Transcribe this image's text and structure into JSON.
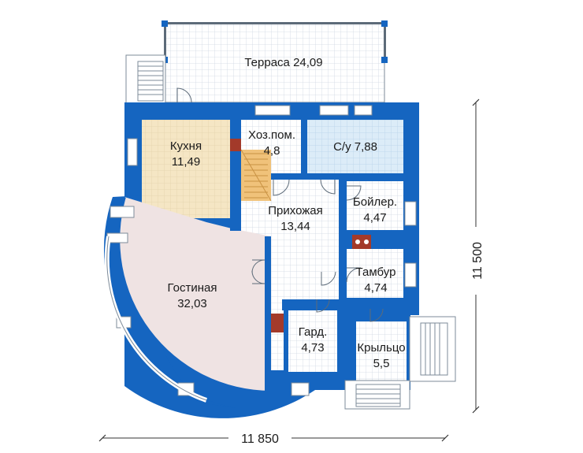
{
  "rooms": {
    "terrace": {
      "name": "Терраса",
      "area": "24,09"
    },
    "kitchen": {
      "name": "Кухня",
      "area": "11,49"
    },
    "utility": {
      "name": "Хоз.пом.",
      "area": "4,8"
    },
    "bathroom": {
      "name": "С/у",
      "area": "7,88"
    },
    "hall": {
      "name": "Прихожая",
      "area": "13,44"
    },
    "boiler": {
      "name": "Бойлер.",
      "area": "4,47"
    },
    "vestibule": {
      "name": "Тамбур",
      "area": "4,74"
    },
    "living": {
      "name": "Гостиная",
      "area": "32,03"
    },
    "wardrobe": {
      "name": "Гард.",
      "area": "4,73"
    },
    "porch": {
      "name": "Крыльцо",
      "area": "5,5"
    }
  },
  "dimensions": {
    "width": "11 850",
    "height": "11 500"
  },
  "colors": {
    "wall": "#1565c0",
    "grid_line": "#c9d3df",
    "kitchen_fill": "#f5e6c4",
    "bathroom_fill": "#dcecf8",
    "living_fill": "#efe3e3",
    "floor_fill": "#ffffff",
    "stove": "#a33a2a",
    "stairs": "#f0c27a"
  }
}
